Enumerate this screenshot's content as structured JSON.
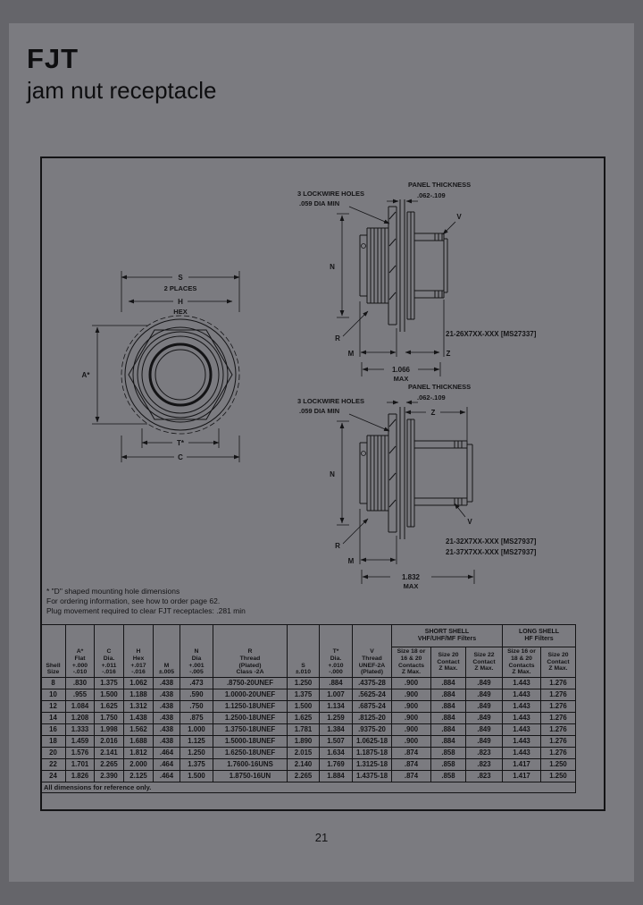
{
  "header": {
    "title": "FJT",
    "subtitle": "jam nut receptacle"
  },
  "footer": {
    "page_number": "21"
  },
  "notes": {
    "line1": "* \"D\" shaped mounting hole dimensions",
    "line2": "For ordering information, see how to order page 62.",
    "line3": "Plug movement required to clear FJT receptacles:  .281 min"
  },
  "drawing_labels": {
    "lockwire_line1": "3 LOCKWIRE HOLES",
    "lockwire_line2": ".059 DIA MIN",
    "panel_line1": "PANEL THICKNESS",
    "panel_line2": ".062-.109",
    "dim_n": "N",
    "dim_r": "R",
    "dim_m": "M",
    "dim_z": "Z",
    "dim_v": "V",
    "front": {
      "dim_s": "S",
      "s_note": "2 PLACES",
      "dim_h": "H",
      "h_note": "HEX",
      "dim_a": "A*",
      "dim_t": "T*",
      "dim_c": "C"
    },
    "short_shell": {
      "max_value": "1.066",
      "max_label": "MAX",
      "part_number": "21-26X7XX-XXX [MS27337]"
    },
    "long_shell": {
      "max_value": "1.832",
      "max_label": "MAX",
      "part_number_1": "21-32X7XX-XXX [MS27937]",
      "part_number_2": "21-37X7XX-XXX [MS27937]"
    }
  },
  "table": {
    "group_short": "SHORT SHELL\nVHF/UHF/MF Filters",
    "group_long": "LONG SHELL\nHF Filters",
    "columns": [
      "Shell\nSize",
      "A*\nFlat\n+.000\n-.010",
      "C\nDia.\n+.011\n-.016",
      "H\nHex\n+.017\n-.016",
      "M\n±.005",
      "N\nDia\n+.001\n-.005",
      "R\nThread\n(Plated)\nClass -2A",
      "S\n±.010",
      "T*\nDia.\n+.010\n-.000",
      "V\nThread\nUNEF-2A\n(Plated)",
      "Size 18 or\n16 & 20\nContacts\nZ Max.",
      "Size 20\nContact\nZ Max.",
      "Size 22\nContact\nZ Max.",
      "Size 16 or\n18 & 20\nContacts\nZ Max.",
      "Size 20\nContact\nZ Max."
    ],
    "rows": [
      [
        "8",
        ".830",
        "1.375",
        "1.062",
        ".438",
        ".473",
        ".8750-20UNEF",
        "1.250",
        ".884",
        ".4375-28",
        ".900",
        ".884",
        ".849",
        "1.443",
        "1.276"
      ],
      [
        "10",
        ".955",
        "1.500",
        "1.188",
        ".438",
        ".590",
        "1.0000-20UNEF",
        "1.375",
        "1.007",
        ".5625-24",
        ".900",
        ".884",
        ".849",
        "1.443",
        "1.276"
      ],
      [
        "12",
        "1.084",
        "1.625",
        "1.312",
        ".438",
        ".750",
        "1.1250-18UNEF",
        "1.500",
        "1.134",
        ".6875-24",
        ".900",
        ".884",
        ".849",
        "1.443",
        "1.276"
      ],
      [
        "14",
        "1.208",
        "1.750",
        "1.438",
        ".438",
        ".875",
        "1.2500-18UNEF",
        "1.625",
        "1.259",
        ".8125-20",
        ".900",
        ".884",
        ".849",
        "1.443",
        "1.276"
      ],
      [
        "16",
        "1.333",
        "1.998",
        "1.562",
        ".438",
        "1.000",
        "1.3750-18UNEF",
        "1.781",
        "1.384",
        ".9375-20",
        ".900",
        ".884",
        ".849",
        "1.443",
        "1.276"
      ],
      [
        "18",
        "1.459",
        "2.016",
        "1.688",
        ".438",
        "1.125",
        "1.5000-18UNEF",
        "1.890",
        "1.507",
        "1.0625-18",
        ".900",
        ".884",
        ".849",
        "1.443",
        "1.276"
      ],
      [
        "20",
        "1.576",
        "2.141",
        "1.812",
        ".464",
        "1.250",
        "1.6250-18UNEF",
        "2.015",
        "1.634",
        "1.1875-18",
        ".874",
        ".858",
        ".823",
        "1.443",
        "1.276"
      ],
      [
        "22",
        "1.701",
        "2.265",
        "2.000",
        ".464",
        "1.375",
        "1.7600-16UNS",
        "2.140",
        "1.769",
        "1.3125-18",
        ".874",
        ".858",
        ".823",
        "1.417",
        "1.250"
      ],
      [
        "24",
        "1.826",
        "2.390",
        "2.125",
        ".464",
        "1.500",
        "1.8750-16UN",
        "2.265",
        "1.884",
        "1.4375-18",
        ".874",
        ".858",
        ".823",
        "1.417",
        "1.250"
      ]
    ],
    "footnote": "All dimensions for reference only."
  }
}
